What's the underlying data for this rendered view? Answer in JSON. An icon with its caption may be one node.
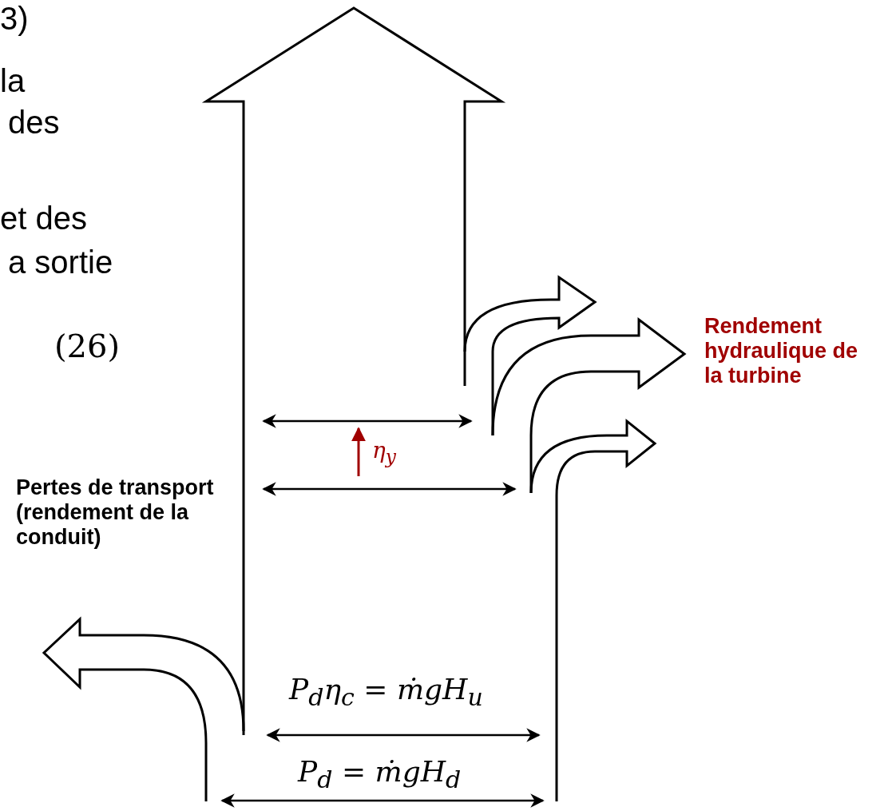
{
  "diagram": {
    "labels": [
      "3)",
      "la",
      "des",
      "et des",
      "a sortie",
      "(26)",
      "Rendement hydraulique de la turbine",
      "η$_{y}$",
      "Pertes de transport (rendement de la conduit)",
      "P$_{d}$η$_{c}$ = ṁgH$_{u}$",
      "P$_{d}$ = ṁgH$_{d}$"
    ]
  }
}
